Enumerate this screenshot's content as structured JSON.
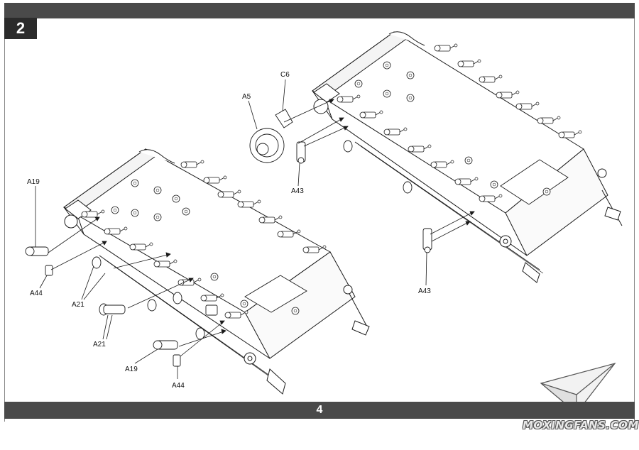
{
  "step": {
    "number": "2"
  },
  "footer": {
    "page_number": "4"
  },
  "watermark": {
    "text": "MOXINGFANS.COM"
  },
  "labels": {
    "left": {
      "a19_top": "A19",
      "a44_left": "A44",
      "a21_upper": "A21",
      "a21_lower": "A21",
      "a19_bottom": "A19",
      "a44_bottom": "A44"
    },
    "right": {
      "c6": "C6",
      "a5": "A5",
      "a43_upper": "A43",
      "a43_lower": "A43"
    }
  },
  "colors": {
    "bar": "#4a4a4a",
    "step_box": "#2b2b2b",
    "line": "#1a1a1a"
  }
}
